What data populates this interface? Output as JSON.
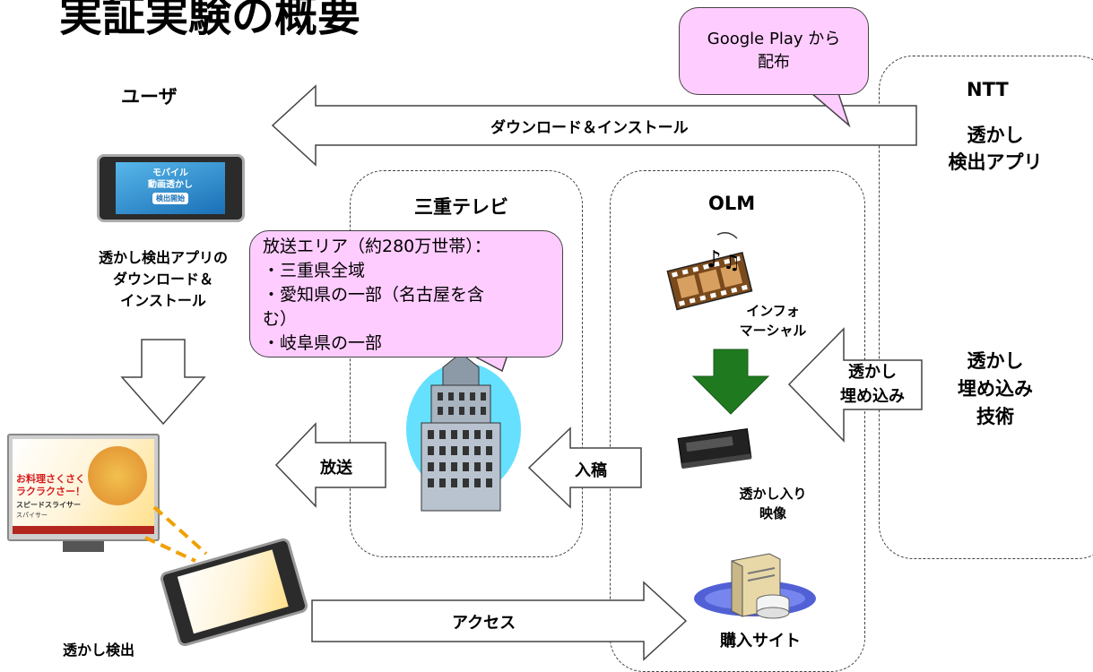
{
  "title": "実証実験の概要",
  "bubble_google": "Google Play から 配布",
  "bubble_google_line1": "Google Play から",
  "bubble_google_line2": "配布",
  "actors": {
    "user": "ユーザ",
    "mie_tv": "三重テレビ",
    "olm": "OLM",
    "ntt": "NTT"
  },
  "ntt_app": [
    "透かし",
    "検出アプリ"
  ],
  "ntt_tech": [
    "透かし",
    "埋め込み",
    "技術"
  ],
  "arrows": {
    "download": "ダウンロード＆インストール",
    "broadcast": "放送",
    "submit": "入稿",
    "embed": [
      "透かし",
      "埋め込み"
    ],
    "access": "アクセス"
  },
  "user_download": [
    "透かし検出アプリの",
    "ダウンロード＆",
    "インストール"
  ],
  "broadcast_area": [
    "放送エリア（約280万世帯）：",
    "・三重県全域",
    "・愛知県の一部（名古屋を含",
    "む）",
    "・岐阜県の一部"
  ],
  "infomercial": [
    "インフォ",
    "マーシャル"
  ],
  "watermarked_video": [
    "透かし入り",
    "映像"
  ],
  "purchase_site": "購入サイト",
  "detect": "透かし検出",
  "phone_screen": {
    "brand": "モバイル",
    "name": "動画透かし",
    "button": "検出開始"
  },
  "tv_screen": {
    "line1": "お料理さくさく",
    "line2": "ラクラクさー！",
    "line3": "スピードスライサー",
    "line4": "スパイサー"
  },
  "colors": {
    "bubble_fill": "#ffccff",
    "arrow_green": "#1f7a1f",
    "building_sky": "#66e0ff"
  }
}
